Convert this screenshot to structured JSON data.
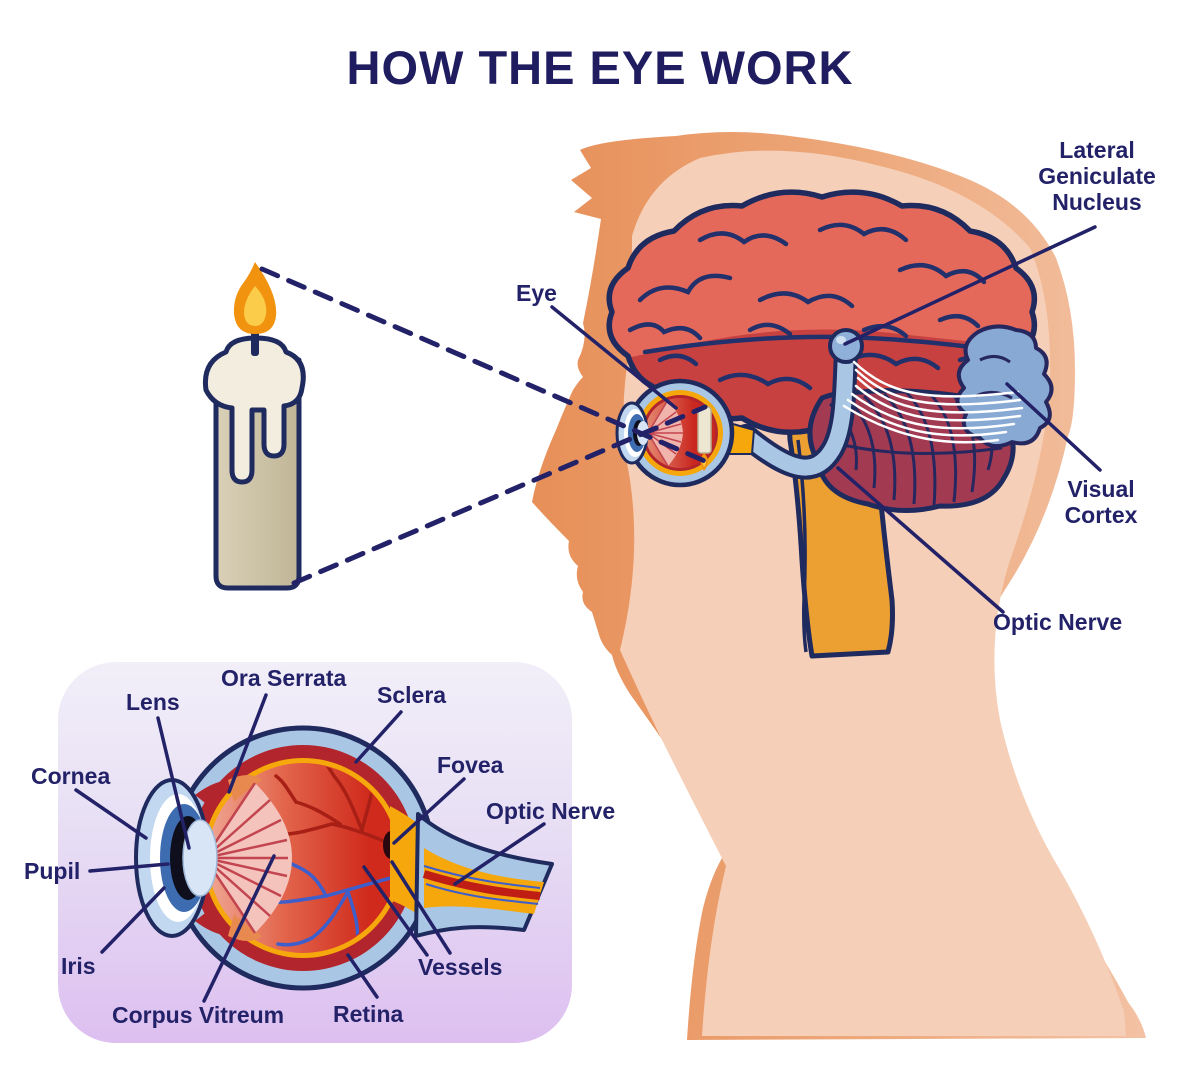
{
  "title": "HOW THE EYE WORK",
  "head_diagram": {
    "labels": {
      "eye": "Eye",
      "lateral_geniculate_nucleus": "Lateral Geniculate Nucleus",
      "visual_cortex": "Visual Cortex",
      "optic_nerve": "Optic Nerve"
    }
  },
  "eye_diagram": {
    "labels": {
      "lens": "Lens",
      "ora_serrata": "Ora Serrata",
      "sclera": "Sclera",
      "cornea": "Cornea",
      "fovea": "Fovea",
      "optic_nerve": "Optic Nerve",
      "pupil": "Pupil",
      "iris": "Iris",
      "corpus_vitreum": "Corpus Vitreum",
      "retina": "Retina",
      "vessels": "Vessels"
    }
  },
  "colors": {
    "label_navy": "#232268",
    "outline_navy": "#1f2a5e",
    "skin_front": "#e78f58",
    "skin_back": "#f3c2a4",
    "skin_highlight": "#f6cfb8",
    "brain": "#e4695b",
    "brain_lower_band": "#c74140",
    "cerebellum": "#a23a52",
    "brainstem_orange": "#eca032",
    "optic_nerve_sheath": "#a9c7e5",
    "visual_cortex_blue": "#87a9d4",
    "lgn_blue": "#8fb0d8",
    "eye_sclera_blue": "#a9c7e5",
    "eye_choroid_red": "#b3252c",
    "eye_retina_orange": "#f5a70b",
    "vitreous_red": "#d02a1c",
    "vessel_blue": "#3e5ecc",
    "vessel_red": "#a81f15",
    "box_purple_top": "#f2eff9",
    "box_purple_bottom": "#ddbff0",
    "candle_body": "#cdc3a8",
    "candle_wax": "#f2edde",
    "flame_outer": "#f1930f",
    "flame_inner": "#fbcb4a"
  }
}
